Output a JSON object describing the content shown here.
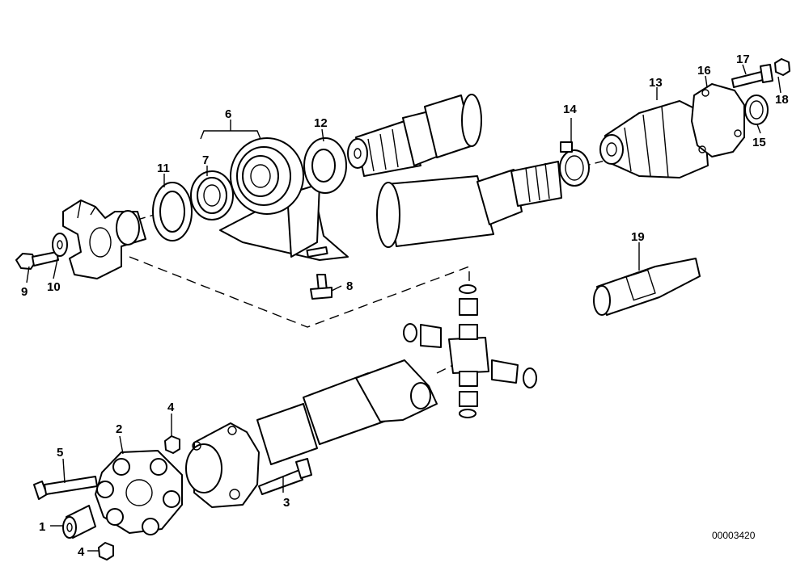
{
  "callouts": [
    {
      "id": "c1",
      "text": "1"
    },
    {
      "id": "c2",
      "text": "2"
    },
    {
      "id": "c3",
      "text": "3"
    },
    {
      "id": "c4a",
      "text": "4"
    },
    {
      "id": "c4b",
      "text": "4"
    },
    {
      "id": "c5",
      "text": "5"
    },
    {
      "id": "c6",
      "text": "6"
    },
    {
      "id": "c7",
      "text": "7"
    },
    {
      "id": "c8",
      "text": "8"
    },
    {
      "id": "c9",
      "text": "9"
    },
    {
      "id": "c10",
      "text": "10"
    },
    {
      "id": "c11",
      "text": "11"
    },
    {
      "id": "c12",
      "text": "12"
    },
    {
      "id": "c13",
      "text": "13"
    },
    {
      "id": "c14",
      "text": "14"
    },
    {
      "id": "c15",
      "text": "15"
    },
    {
      "id": "c16",
      "text": "16"
    },
    {
      "id": "c17",
      "text": "17"
    },
    {
      "id": "c18",
      "text": "18"
    },
    {
      "id": "c19",
      "text": "19"
    }
  ],
  "drawing_number": "00003420"
}
